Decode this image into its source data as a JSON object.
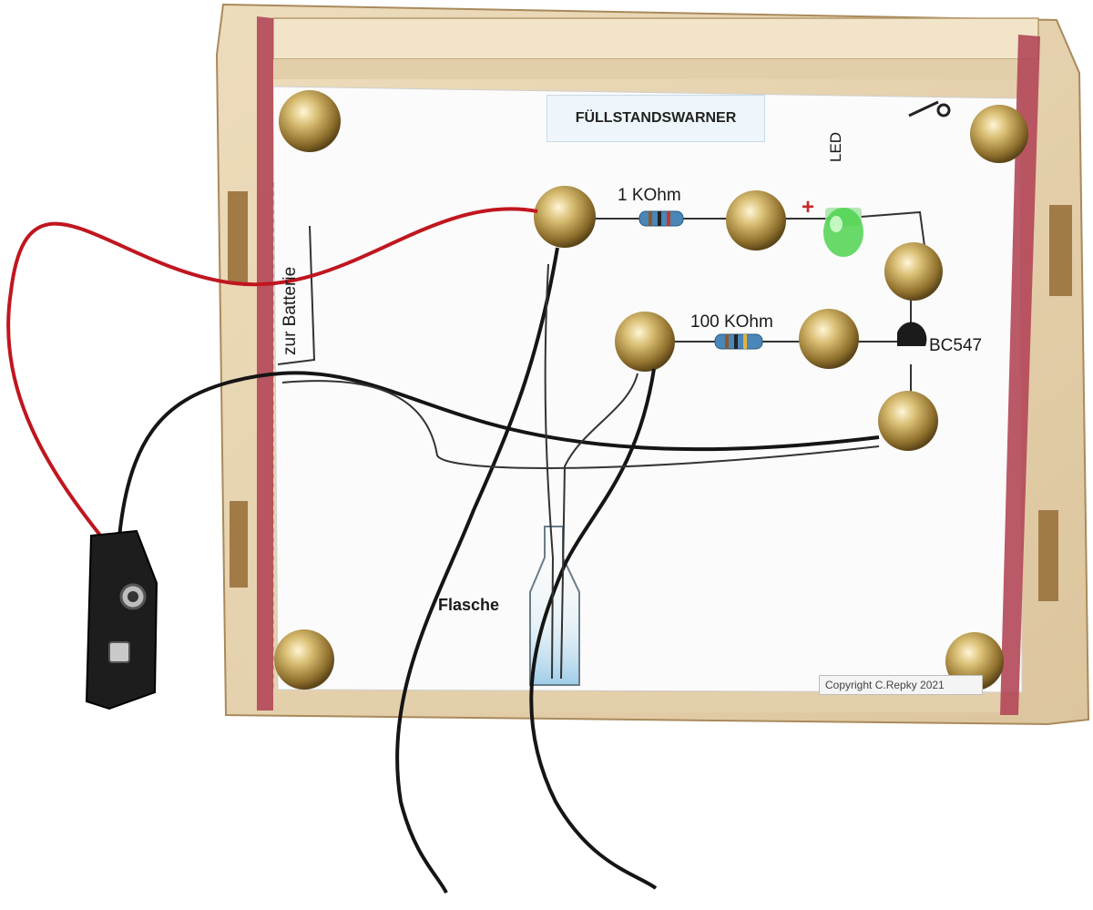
{
  "board": {
    "title": "FÜLLSTANDSWARNER",
    "resistor_1_label": "1 KOhm",
    "resistor_2_label": "100 KOhm",
    "led_label": "LED",
    "led_polarity": "+",
    "transistor_label": "BC547",
    "bottle_label": "Flasche",
    "battery_label": "zur Batterie",
    "copyright": "Copyright C.Repky 2021"
  },
  "colors": {
    "wood": "#e8d6b5",
    "paper": "#fbfbfb",
    "rubber_band": "#b34758",
    "brass": "#c9a95a",
    "wire_red": "#c0161f",
    "wire_black": "#151515",
    "led_green": "#4fd24f"
  },
  "icons": [
    "brass-pin-icon",
    "resistor-icon",
    "led-icon",
    "transistor-icon",
    "bottle-icon",
    "battery-clip-icon",
    "scissors-icon"
  ]
}
